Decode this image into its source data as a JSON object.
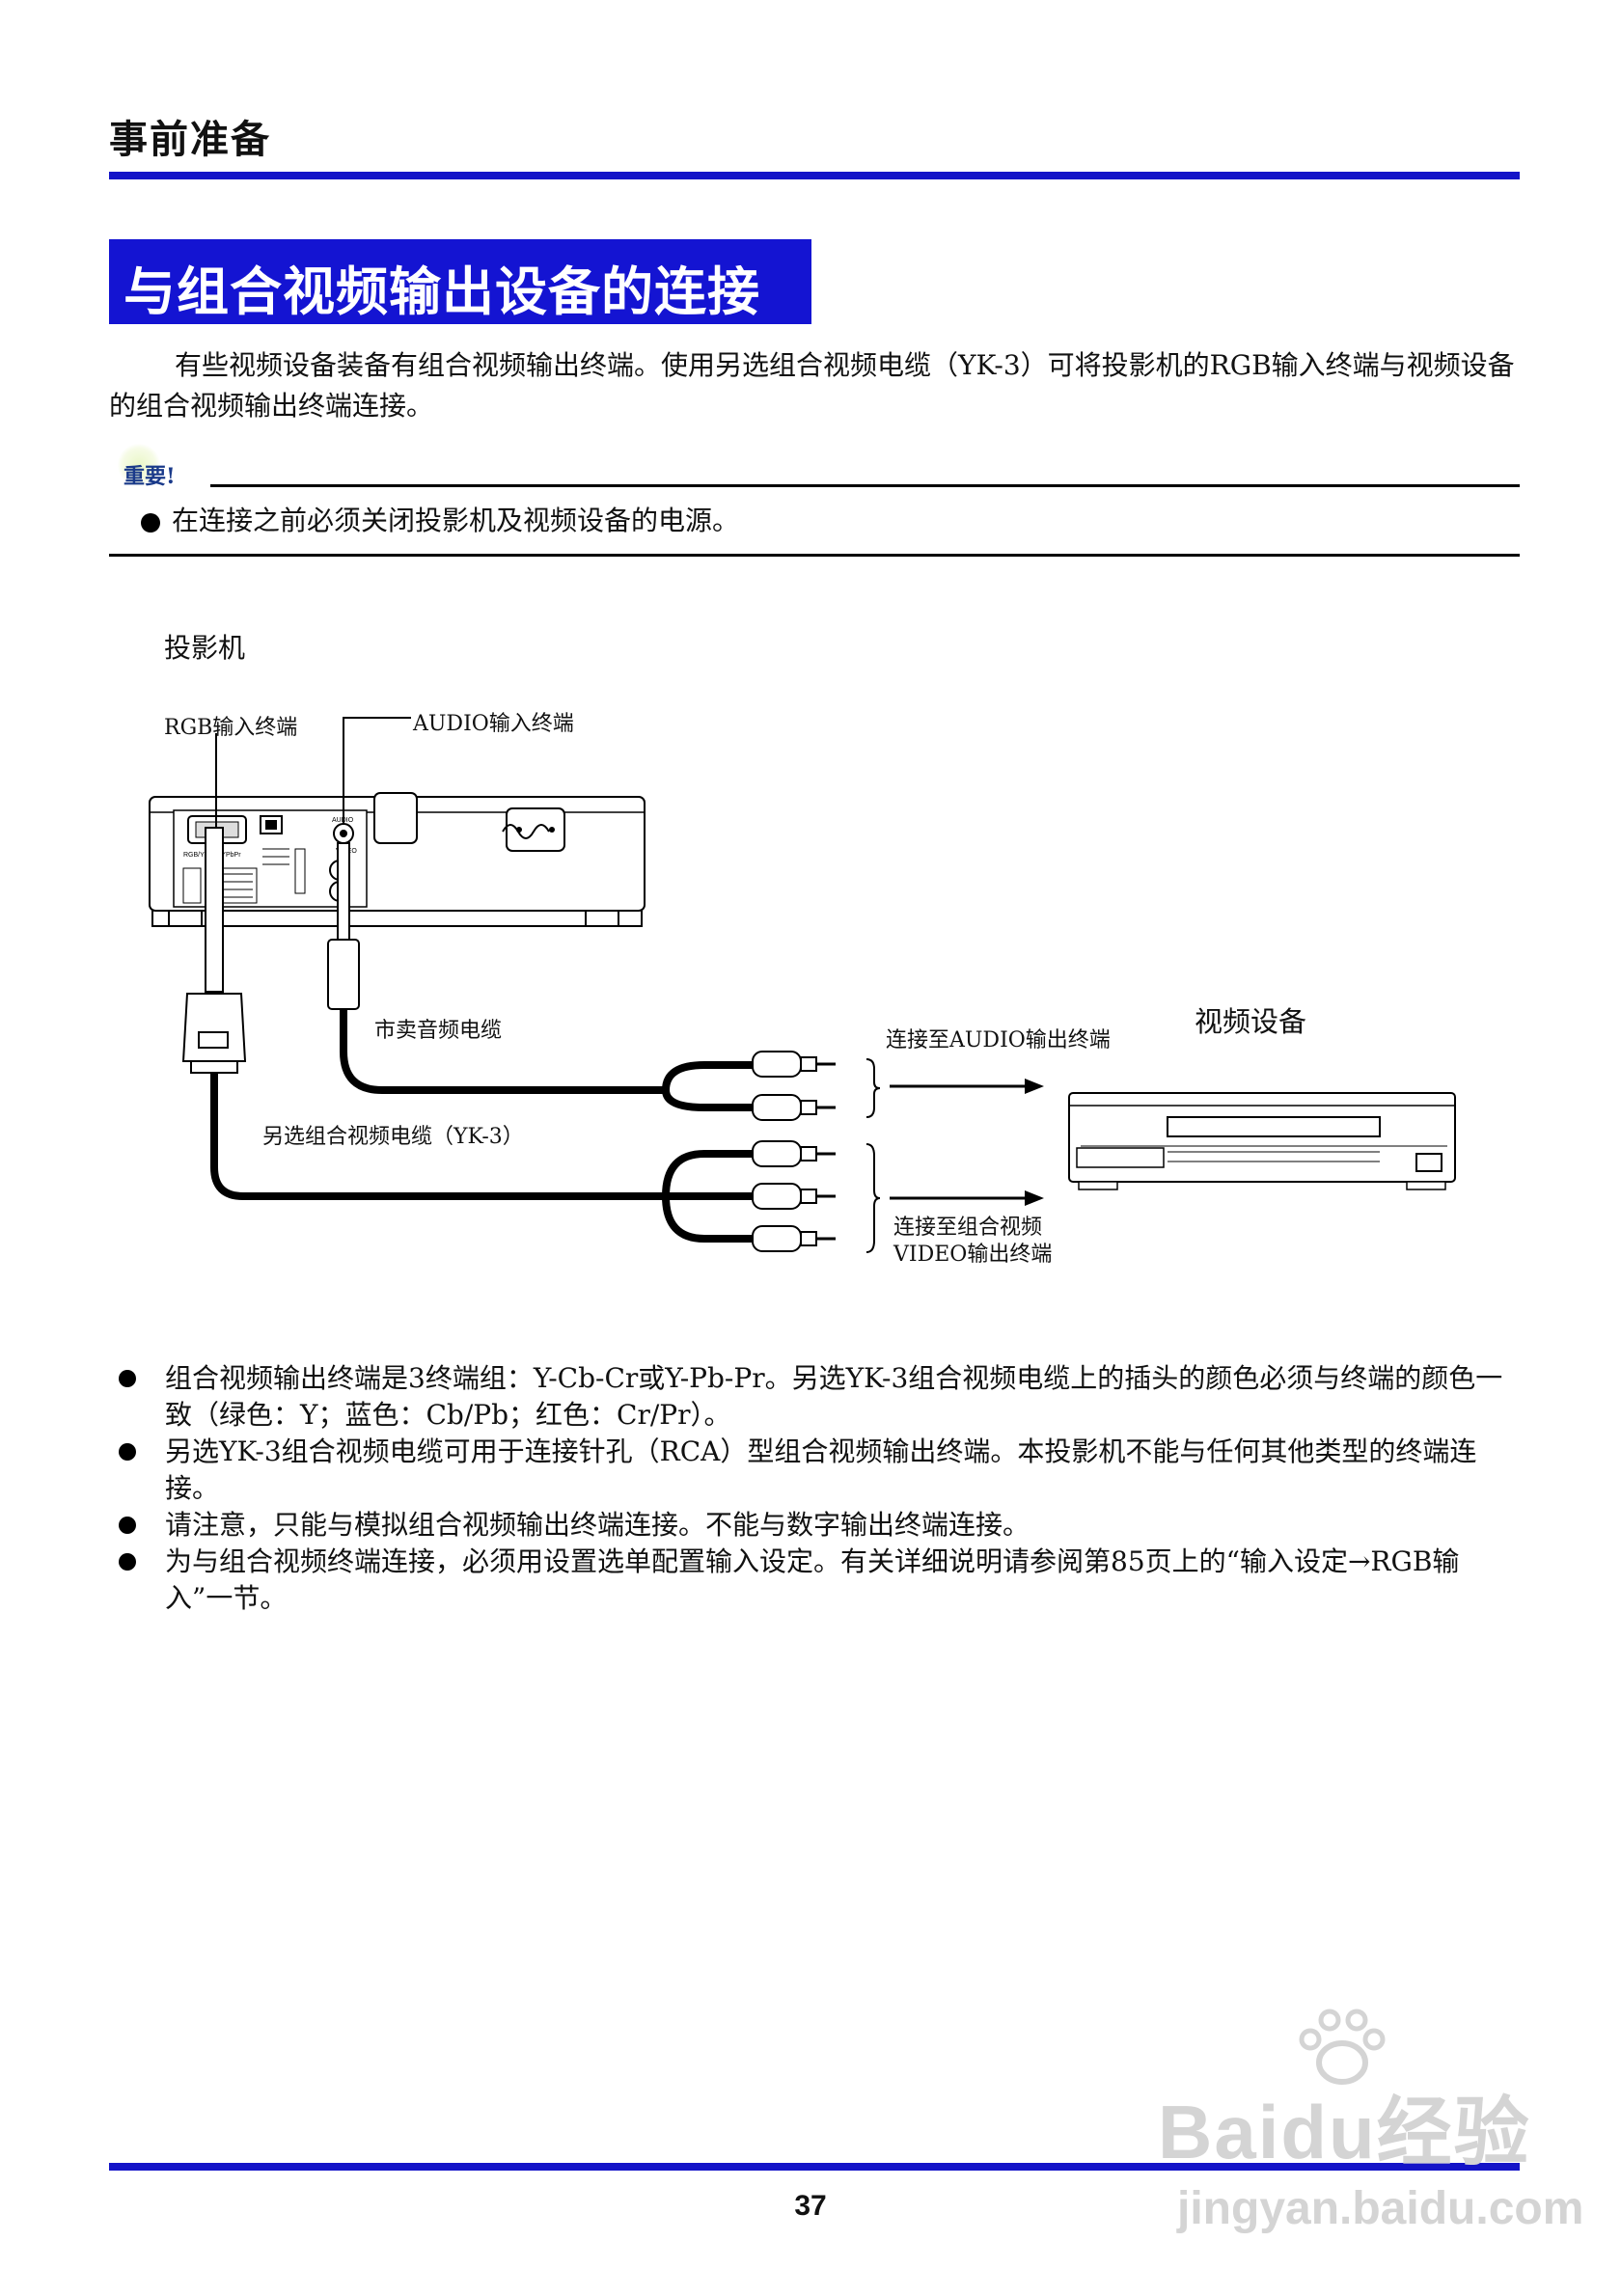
{
  "header": {
    "section": "事前准备",
    "title": "与组合视频输出设备的连接"
  },
  "intro": "有些视频设备装备有组合视频输出终端。使用另选组合视频电缆（YK-3）可将投影机的RGB输入终端与视频设备的组合视频输出终端连接。",
  "important": {
    "label": "重要!",
    "note": "在连接之前必须关闭投影机及视频设备的电源。"
  },
  "diagram": {
    "projector_label": "投影机",
    "rgb_input_label": "RGB输入终端",
    "audio_input_label": "AUDIO输入终端",
    "audio_cable_label": "市卖音频电缆",
    "yk3_cable_label": "另选组合视频电缆（YK-3）",
    "video_device_label": "视频设备",
    "audio_out_label": "连接至AUDIO输出终端",
    "video_out_label_1": "连接至组合视频",
    "video_out_label_2": "VIDEO输出终端",
    "port_rgb_text": "RGB/YPbPr/YPbPr",
    "port_audio_text": "AUDIO",
    "port_video_text": "VIDEO"
  },
  "notes": [
    "组合视频输出终端是3终端组：Y-Cb-Cr或Y-Pb-Pr。另选YK-3组合视频电缆上的插头的颜色必须与终端的颜色一致（绿色：Y；蓝色：Cb/Pb；红色：Cr/Pr）。",
    "另选YK-3组合视频电缆可用于连接针孔（RCA）型组合视频输出终端。本投影机不能与任何其他类型的终端连接。",
    "请注意，只能与模拟组合视频输出终端连接。不能与数字输出终端连接。",
    "为与组合视频终端连接，必须用设置选单配置输入设定。有关详细说明请参阅第85页上的“输入设定→RGB输入”一节。"
  ],
  "page_number": "37",
  "watermark": {
    "logo": "Baidu经验",
    "url": "jingyan.baidu.com"
  }
}
